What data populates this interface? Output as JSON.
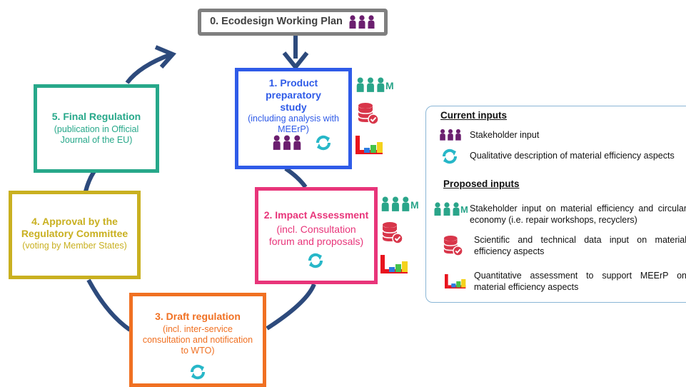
{
  "colors": {
    "arrow": "#2d4a7c",
    "working_plan": "#7f7f7f",
    "study": "#2f5be8",
    "impact": "#e8357a",
    "draft": "#f07022",
    "approval": "#c9b020",
    "final": "#27a88a",
    "stakeholder_purple": "#6b1f6f",
    "stakeholder_green": "#2aa58a",
    "database_red": "#d8364a",
    "cycle_teal": "#27b7c8",
    "panel_border": "#8ab6d6"
  },
  "stages": {
    "working_plan": {
      "title": "0. Ecodesign Working Plan"
    },
    "study": {
      "title": "1. Product preparatory study",
      "subtitle": "(including  analysis with MEErP)"
    },
    "impact": {
      "title": "2. Impact Assessment",
      "subtitle": "(incl. Consultation forum and proposals)"
    },
    "draft": {
      "title": "3. Draft regulation",
      "subtitle": "(incl. inter-service consultation and notification to WTO)"
    },
    "approval": {
      "title": "4. Approval by the Regulatory Committee",
      "subtitle": "(voting by Member States)"
    },
    "final": {
      "title": "5. Final Regulation",
      "subtitle": "(publication in Official Journal of the EU)"
    }
  },
  "icons": {
    "stakeholder": "stakeholder-group-icon",
    "stakeholder_m": "stakeholder-group-m-icon",
    "database": "database-check-icon",
    "cycle": "circular-arrows-icon",
    "chart": "bar-chart-icon",
    "m_letter": "M"
  },
  "legend": {
    "current_heading": "Current inputs",
    "current": [
      {
        "icon": "stakeholder-group-icon",
        "text": "Stakeholder input"
      },
      {
        "icon": "circular-arrows-icon",
        "text": "Qualitative description of material efficiency aspects"
      }
    ],
    "proposed_heading": "Proposed inputs",
    "proposed": [
      {
        "icon": "stakeholder-group-m-icon",
        "text": "Stakeholder input on material efficiency and circular economy (i.e. repair workshops, recyclers)"
      },
      {
        "icon": "database-check-icon",
        "text": "Scientific and technical data input on material efficiency aspects"
      },
      {
        "icon": "bar-chart-icon",
        "text": "Quantitative assessment to support MEErP on material efficiency aspects"
      }
    ]
  }
}
